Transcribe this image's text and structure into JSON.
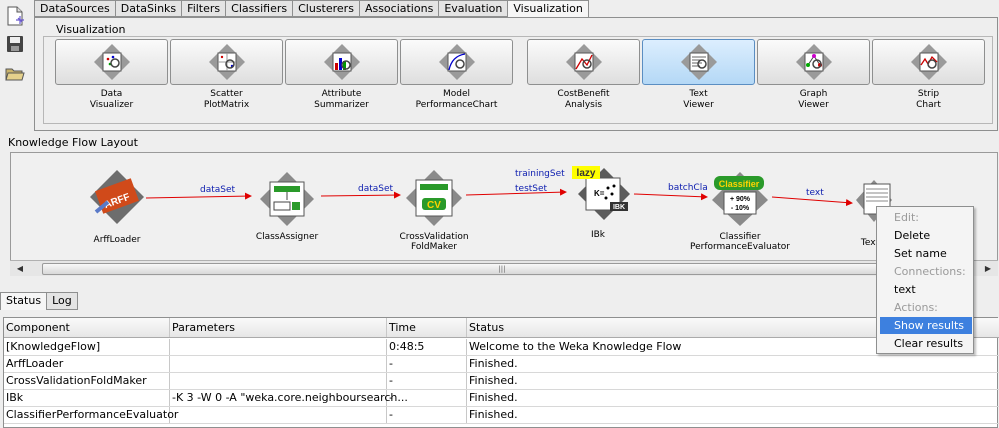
{
  "top_tabs": [
    "DataSources",
    "DataSinks",
    "Filters",
    "Classifiers",
    "Clusterers",
    "Associations",
    "Evaluation",
    "Visualization"
  ],
  "active_top_tab": "Visualization",
  "visualization_group_label": "Visualization",
  "tools": [
    {
      "line1": "Data",
      "line2": "Visualizer"
    },
    {
      "line1": "Scatter",
      "line2": "PlotMatrix"
    },
    {
      "line1": "Attribute",
      "line2": "Summarizer"
    },
    {
      "line1": "Model",
      "line2": "PerformanceChart"
    },
    {
      "line1": "CostBenefit",
      "line2": "Analysis"
    },
    {
      "line1": "Text",
      "line2": "Viewer"
    },
    {
      "line1": "Graph",
      "line2": "Viewer"
    },
    {
      "line1": "Strip",
      "line2": "Chart"
    }
  ],
  "selected_tool": "Text Viewer",
  "layout_label": "Knowledge Flow Layout",
  "nodes": {
    "arffloader": {
      "label": "ArffLoader",
      "badge": "ARFF"
    },
    "classassigner": {
      "label": "ClassAssigner"
    },
    "cvfoldmaker": {
      "line1": "CrossValidation",
      "line2": "FoldMaker",
      "badge": "CV"
    },
    "ibk": {
      "label": "IBk",
      "badge_top": "lazy",
      "badge_bottom": "IBK"
    },
    "evaluator": {
      "line1": "Classifier",
      "line2": "PerformanceEvaluator",
      "badge": "Classifier",
      "pct1": "+ 90%",
      "pct2": "- 10%"
    },
    "textviewer": {
      "label": "Text"
    }
  },
  "connections": {
    "c1": "dataSet",
    "c2": "dataSet",
    "c3a": "trainingSet",
    "c3b": "testSet",
    "c4": "batchCla",
    "c5": "text"
  },
  "context_menu": {
    "edit_header": "Edit:",
    "delete": "Delete",
    "set_name": "Set name",
    "connections_header": "Connections:",
    "text": "text",
    "actions_header": "Actions:",
    "show_results": "Show results",
    "clear_results": "Clear results"
  },
  "bottom_tabs": [
    "Status",
    "Log"
  ],
  "active_bottom_tab": "Status",
  "status_table": {
    "headers": [
      "Component",
      "Parameters",
      "Time",
      "Status"
    ],
    "rows": [
      [
        "[KnowledgeFlow]",
        "",
        "0:48:5",
        "Welcome to the Weka Knowledge Flow"
      ],
      [
        "ArffLoader",
        "",
        "-",
        "Finished."
      ],
      [
        "CrossValidationFoldMaker",
        "",
        "-",
        "Finished."
      ],
      [
        "IBk",
        "-K 3 -W 0 -A \"weka.core.neighboursearch...",
        "-",
        "Finished."
      ],
      [
        "ClassifierPerformanceEvaluator",
        "",
        "-",
        "Finished."
      ]
    ]
  },
  "colors": {
    "arrow": "#e00000",
    "connection_label": "#1020b0",
    "menu_highlight": "#3d80df"
  }
}
